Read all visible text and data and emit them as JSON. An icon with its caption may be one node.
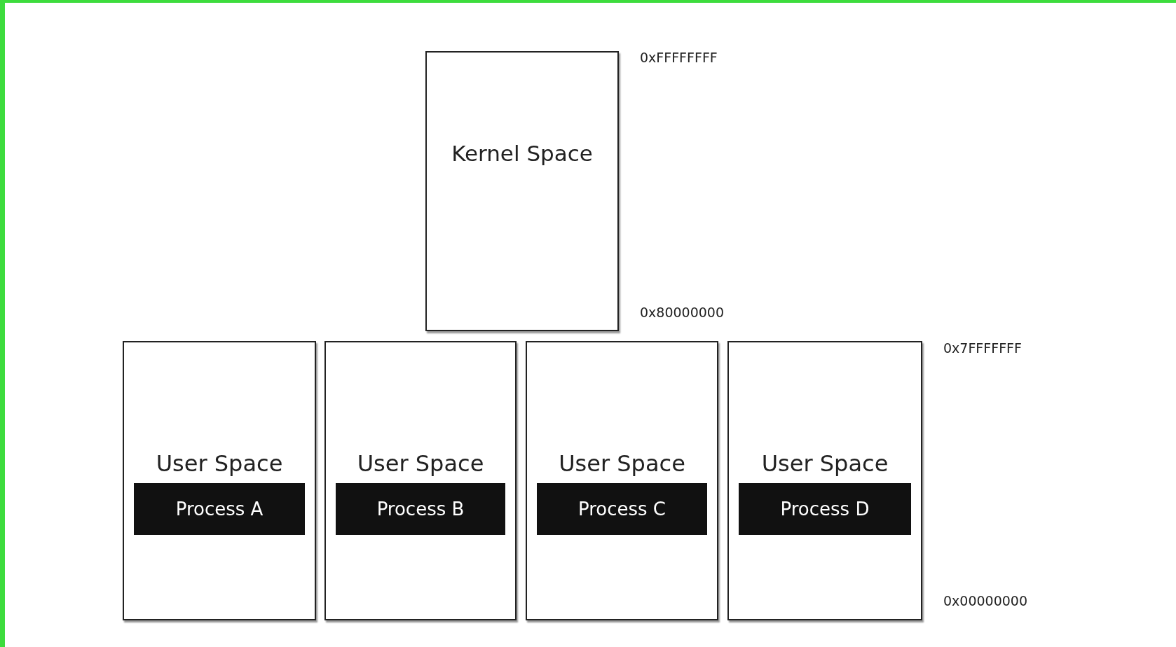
{
  "diagram": {
    "nodes": [
      {
        "text": [
          "Kernel Space"
        ]
      },
      {
        "text": [
          "User Space"
        ]
      },
      {
        "text": [
          "Process A"
        ],
        "in": 1
      },
      {
        "text": [
          "User Space"
        ]
      },
      {
        "text": [
          "Process B"
        ],
        "in": 3
      },
      {
        "text": [
          "User Space"
        ]
      },
      {
        "text": [
          "Process C"
        ],
        "in": 5
      },
      {
        "text": [
          "User Space"
        ]
      },
      {
        "text": [
          "Process D"
        ],
        "in": 7
      }
    ],
    "labels": [
      "0xFFFFFFFF",
      "0x80000000",
      "0x7FFFFFFF",
      "0x00000000"
    ]
  }
}
